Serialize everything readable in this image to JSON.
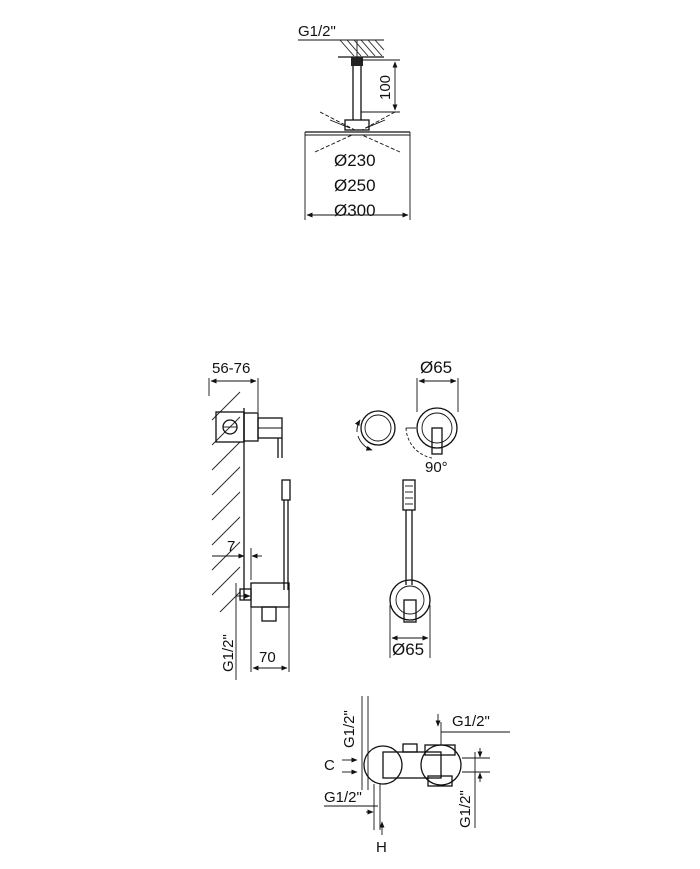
{
  "top_view": {
    "thread_label": "G1/2\"",
    "height_label": "100",
    "diameters": [
      "Ø230",
      "Ø250",
      "Ø300"
    ]
  },
  "side_view": {
    "depth_label": "56-76",
    "offset_label": "7",
    "width_label": "70",
    "thread_label": "G1/2\""
  },
  "front_view": {
    "diameter_top": "Ø65",
    "angle_label": "90°",
    "diameter_bottom": "Ø65"
  },
  "bottom_view": {
    "thread_top_left": "G1/2\"",
    "thread_top_right": "G1/2\"",
    "thread_bottom_left": "G1/2\"",
    "thread_bottom_right": "G1/2\"",
    "c_label": "C",
    "h_label": "H"
  }
}
